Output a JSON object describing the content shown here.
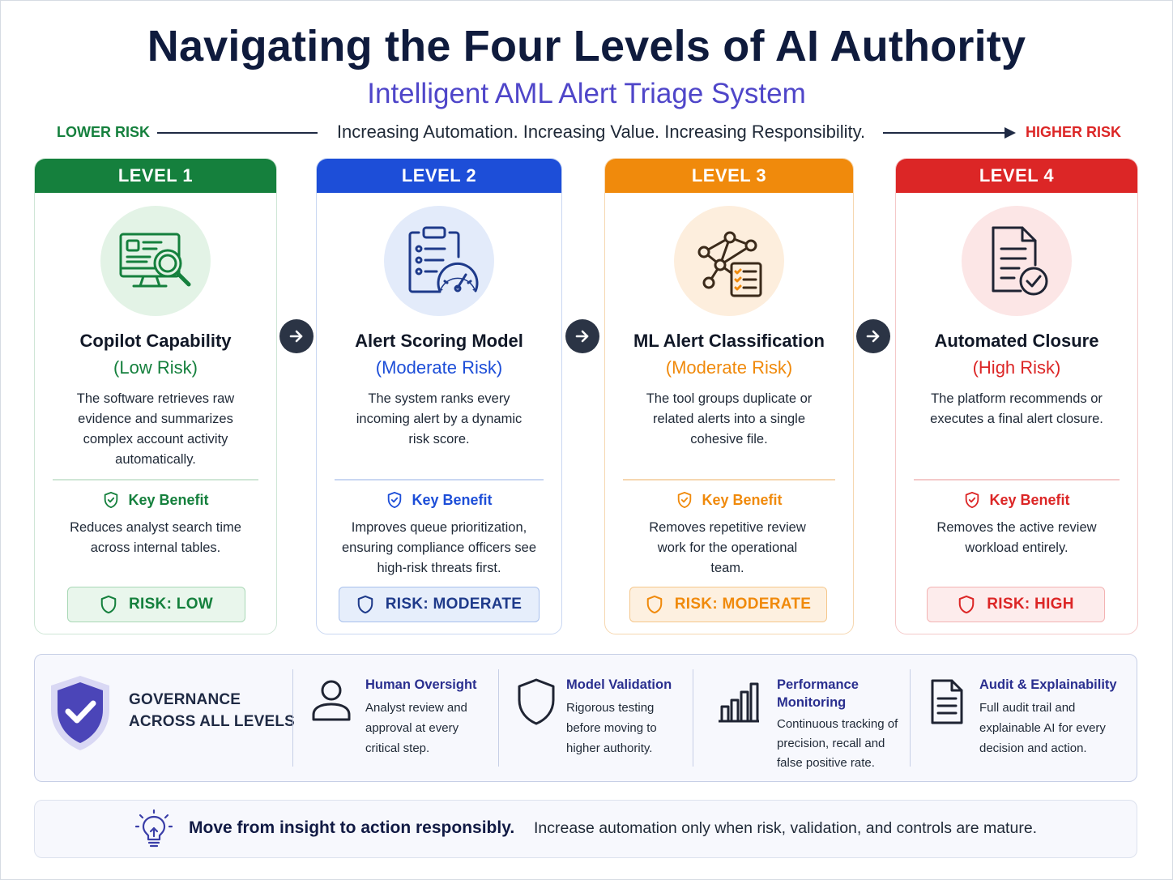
{
  "header": {
    "title": "Navigating the Four Levels of AI Authority",
    "subtitle": "Intelligent AML Alert Triage System"
  },
  "risk_axis": {
    "low_label": "LOWER RISK",
    "text": "Increasing Automation. Increasing Value. Increasing Responsibility.",
    "high_label": "HIGHER RISK"
  },
  "levels": [
    {
      "label": "LEVEL 1",
      "name": "Copilot Capability",
      "risk": "(Low Risk)",
      "description": "The software retrieves raw evidence and summarizes complex account activity automatically.",
      "benefit_label": "Key Benefit",
      "benefit": "Reduces analyst search time across internal tables.",
      "risk_badge": "RISK: LOW",
      "icon": "monitor-search-icon",
      "color": "#15803d"
    },
    {
      "label": "LEVEL 2",
      "name": "Alert Scoring Model",
      "risk": "(Moderate Risk)",
      "description": "The system ranks every incoming alert by a dynamic risk score.",
      "benefit_label": "Key Benefit",
      "benefit": "Improves queue prioritization, ensuring compliance officers see high-risk threats first.",
      "risk_badge": "RISK: MODERATE",
      "icon": "clipboard-gauge-icon",
      "color": "#1d4ed8"
    },
    {
      "label": "LEVEL 3",
      "name": "ML Alert Classification",
      "risk": "(Moderate Risk)",
      "description": "The tool groups duplicate or related alerts into a single cohesive file.",
      "benefit_label": "Key Benefit",
      "benefit": "Removes repetitive review work for the operational team.",
      "risk_badge": "RISK: MODERATE",
      "icon": "network-checklist-icon",
      "color": "#f08a0c"
    },
    {
      "label": "LEVEL 4",
      "name": "Automated Closure",
      "risk": "(High Risk)",
      "description": "The platform recommends or executes a final alert closure.",
      "benefit_label": "Key Benefit",
      "benefit": "Removes the active review workload entirely.",
      "risk_badge": "RISK: HIGH",
      "icon": "document-check-icon",
      "color": "#dc2626"
    }
  ],
  "governance": {
    "title_line1": "GOVERNANCE",
    "title_line2": "ACROSS ALL LEVELS",
    "items": [
      {
        "title": "Human Oversight",
        "text": "Analyst review and approval at every critical step.",
        "icon": "person-icon"
      },
      {
        "title": "Model Validation",
        "text": "Rigorous testing before moving to higher authority.",
        "icon": "shield-icon"
      },
      {
        "title": "Performance Monitoring",
        "text": "Continuous tracking of precision, recall and false positive rate.",
        "icon": "bar-chart-icon"
      },
      {
        "title": "Audit & Explainability",
        "text": "Full audit trail and explainable AI for every decision and action.",
        "icon": "document-icon"
      }
    ]
  },
  "footer": {
    "bold": "Move from insight to action responsibly.",
    "text": "Increase automation only when risk, validation, and controls are mature."
  }
}
